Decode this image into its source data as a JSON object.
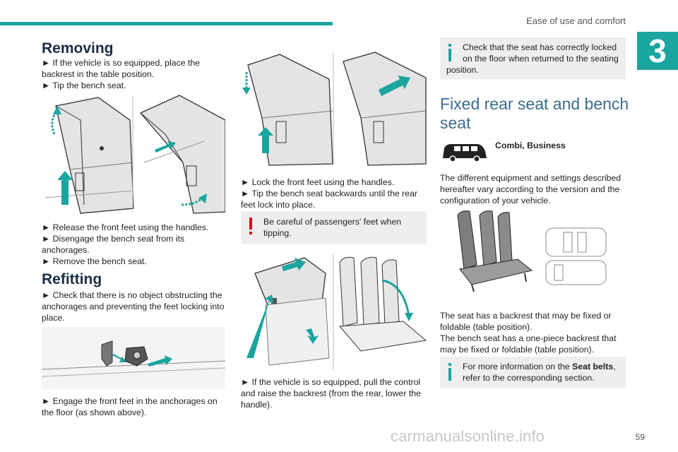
{
  "header": {
    "section_title": "Ease of use and comfort",
    "chapter_number": "3",
    "accent_color": "#1aa59f"
  },
  "col1": {
    "removing_heading": "Removing",
    "removing_lines": [
      "► If the vehicle is so equipped, place the",
      "backrest in the table position.",
      "► Tip the bench seat."
    ],
    "release_lines": [
      "► Release the front feet using the handles.",
      "► Disengage the bench seat from its",
      "anchorages.",
      "► Remove the bench seat."
    ],
    "refitting_heading": "Refitting",
    "refit_lines": [
      "► Check that there is no object obstructing the",
      "anchorages and preventing the feet locking into",
      "place."
    ],
    "engage_lines": [
      "► Engage the front feet in the anchorages on",
      "the floor (as shown above)."
    ]
  },
  "col2": {
    "lock_lines": [
      "► Lock the front feet using the handles.",
      "► Tip the bench seat backwards until the rear",
      "feet lock into place."
    ],
    "warning_lines": [
      "Be careful of passengers' feet when",
      "tipping."
    ],
    "control_lines": [
      "► If the vehicle is so equipped, pull the control",
      "and raise the backrest (from the rear, lower the",
      "handle)."
    ]
  },
  "col3": {
    "info1_lines": [
      "Check that the seat has correctly locked",
      "on the floor when returned to the seating",
      "position."
    ],
    "fixed_title_lines": [
      "Fixed rear seat and bench",
      "seat"
    ],
    "versions_label": "Combi, Business",
    "equipment_lines": [
      "The different equipment and settings described",
      "hereafter vary according to the version and the",
      "configuration of your vehicle."
    ],
    "backrest_lines": [
      "The seat has a backrest that may be fixed or",
      "foldable (table position).",
      "The bench seat has a one-piece backrest that",
      "may be fixed or foldable (table position)."
    ],
    "info2_prefix": "For more information on the ",
    "info2_bold": "Seat belts",
    "info2_suffix": ",",
    "info2_line2": "refer to the corresponding section."
  },
  "footer": {
    "page_number": "59",
    "watermark": "carmanualsonline.info"
  },
  "colors": {
    "warning_red": "#e2001a",
    "info_teal": "#1aa59f",
    "note_bg": "#eeeeee",
    "heading_blue": "#3a6d8a"
  }
}
